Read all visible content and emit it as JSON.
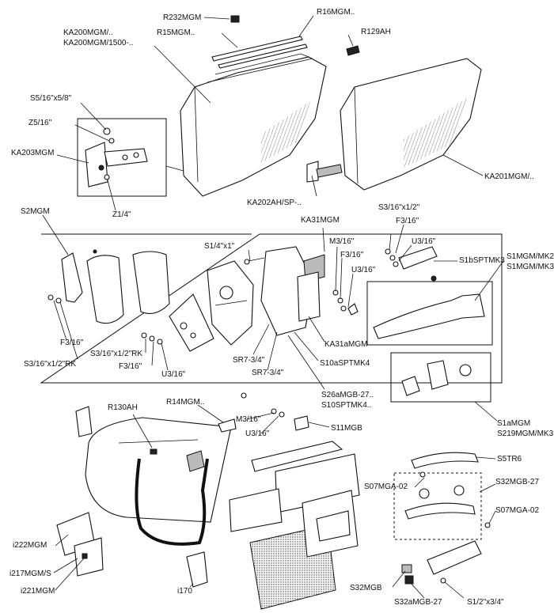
{
  "labels": {
    "r232mgm": "R232MGM",
    "r16mgm": "R16MGM..",
    "ka200mgm": "KA200MGM/..",
    "ka200mgm1500": "KA200MGM/1500-..",
    "r15mgm": "R15MGM..",
    "r129ah": "R129AH",
    "s5_16x5_8": "S5/16\"x5/8\"",
    "z5_16": "Z5/16\"",
    "ka203mgm": "KA203MGM",
    "z1_4": "Z1/4\"",
    "ka202ah": "KA202AH/SP-..",
    "ka201mgm": "KA201MGM/..",
    "s2mgm": "S2MGM",
    "ka31mgm": "KA31MGM",
    "s3_16x1_2_top": "S3/16\"x1/2\"",
    "f3_16_top": "F3/16\"",
    "s1_4x1": "S1/4\"x1\"",
    "m3_16_a": "M3/16\"",
    "u3_16_top": "U3/16\"",
    "f3_16_mid": "F3/16\"",
    "s1bsptmk3": "S1bSPTMK3",
    "s1mgm_mk2": "S1MGM/MK2",
    "s1mgm_mk3": "S1MGM/MK3",
    "u3_16_mid": "U3/16\"",
    "f3_16_left": "F3/16\"",
    "s3_16x1_2rk_a": "S3/16\"x1/2\"RK",
    "s3_16x1_2rk_b": "S3/16\"x1/2\"RK",
    "f3_16_low": "F3/16\"",
    "u3_16_low": "U3/16\"",
    "sr7_3_4_a": "SR7-3/4\"",
    "sr7_3_4_b": "SR7-3/4\"",
    "ka31amgm": "KA31aMGM",
    "s10asptmk4": "S10aSPTMK4",
    "s26amgb27": "S26aMGB-27..",
    "s10sptmk4": "S10SPTMK4..",
    "r130ah": "R130AH",
    "r14mgm": "R14MGM..",
    "m3_16_b": "M3/16\"",
    "u3_16_b": "U3/16\"",
    "s11mgb": "S11MGB",
    "s1amgm": "S1aMGM",
    "s219mgm": "S219MGM/MK3",
    "s5tr6": "S5TR6",
    "s07mga02_a": "S07MGA-02",
    "s32mgb27": "S32MGB-27",
    "s07mga02_b": "S07MGA-02",
    "i222mgm": "i222MGM",
    "i217mgm": "i217MGM/S",
    "i221mgm": "i221MGM",
    "i170": "i170",
    "s32mgb": "S32MGB",
    "s32amgb27": "S32aMGB-27",
    "s1_2x3_4": "S1/2\"x3/4\""
  }
}
